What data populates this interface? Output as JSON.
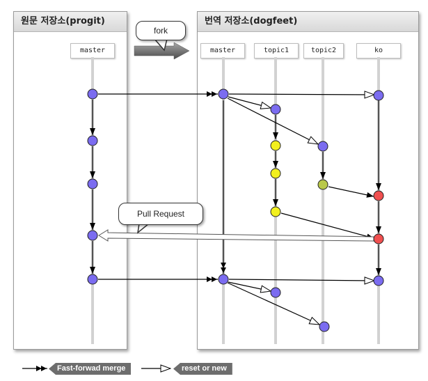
{
  "panels": {
    "upstream_title": "원문 저장소(progit)",
    "fork_title": "번역 저장소(dogfeet)"
  },
  "branches": {
    "upstream_master": "master",
    "master": "master",
    "topic1": "topic1",
    "topic2": "topic2",
    "ko": "ko"
  },
  "callouts": {
    "fork": "fork",
    "pull_request": "Pull Request"
  },
  "legend": {
    "fast_forward": "Fast-forwad merge",
    "reset_or_new": "reset or new"
  },
  "colors": {
    "commit_purple": "#7b6cf0",
    "commit_yellow": "#f2f01e",
    "commit_olive": "#b9c84a",
    "commit_red": "#f05050",
    "lane": "#d2d2d2",
    "legend_tag": "#6d6d6d"
  }
}
